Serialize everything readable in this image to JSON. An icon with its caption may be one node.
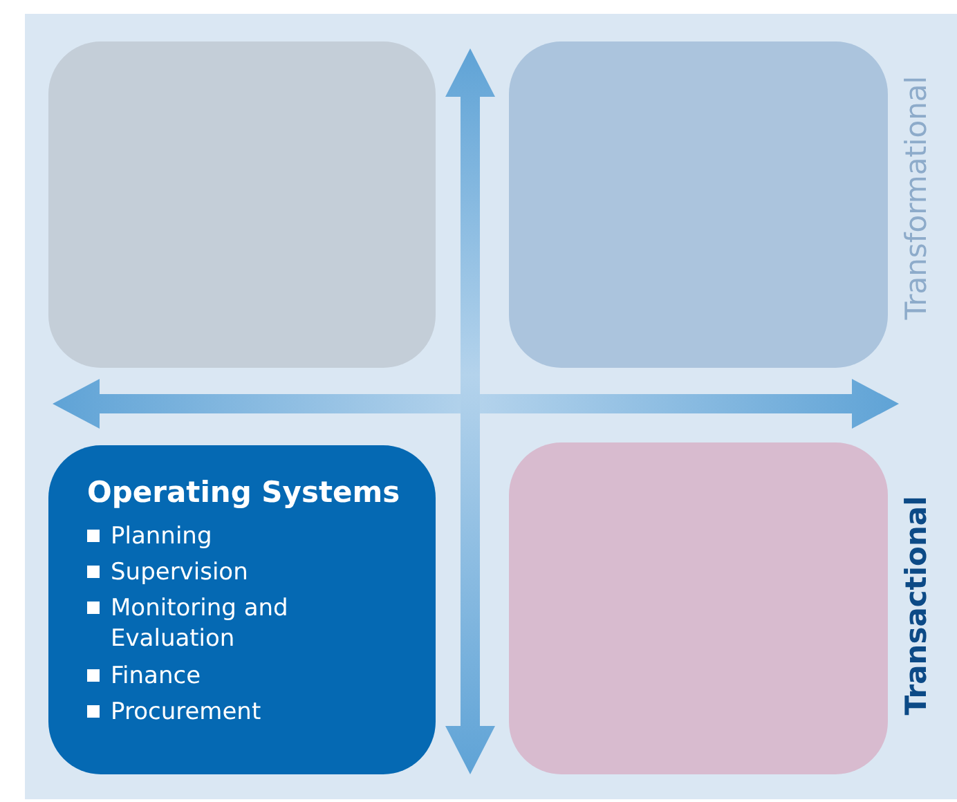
{
  "diagram": {
    "nodes": [
      {
        "text": [],
        "shape": "box"
      },
      {
        "text": [],
        "shape": "box"
      },
      {
        "text": [
          "Operating Systems",
          "Planning",
          "Supervision",
          "Monitoring and Evaluation",
          "Finance",
          "Procurement"
        ]
      },
      {
        "text": [],
        "shape": "box"
      }
    ],
    "labels": [
      "Transformational",
      "Transactional"
    ]
  }
}
